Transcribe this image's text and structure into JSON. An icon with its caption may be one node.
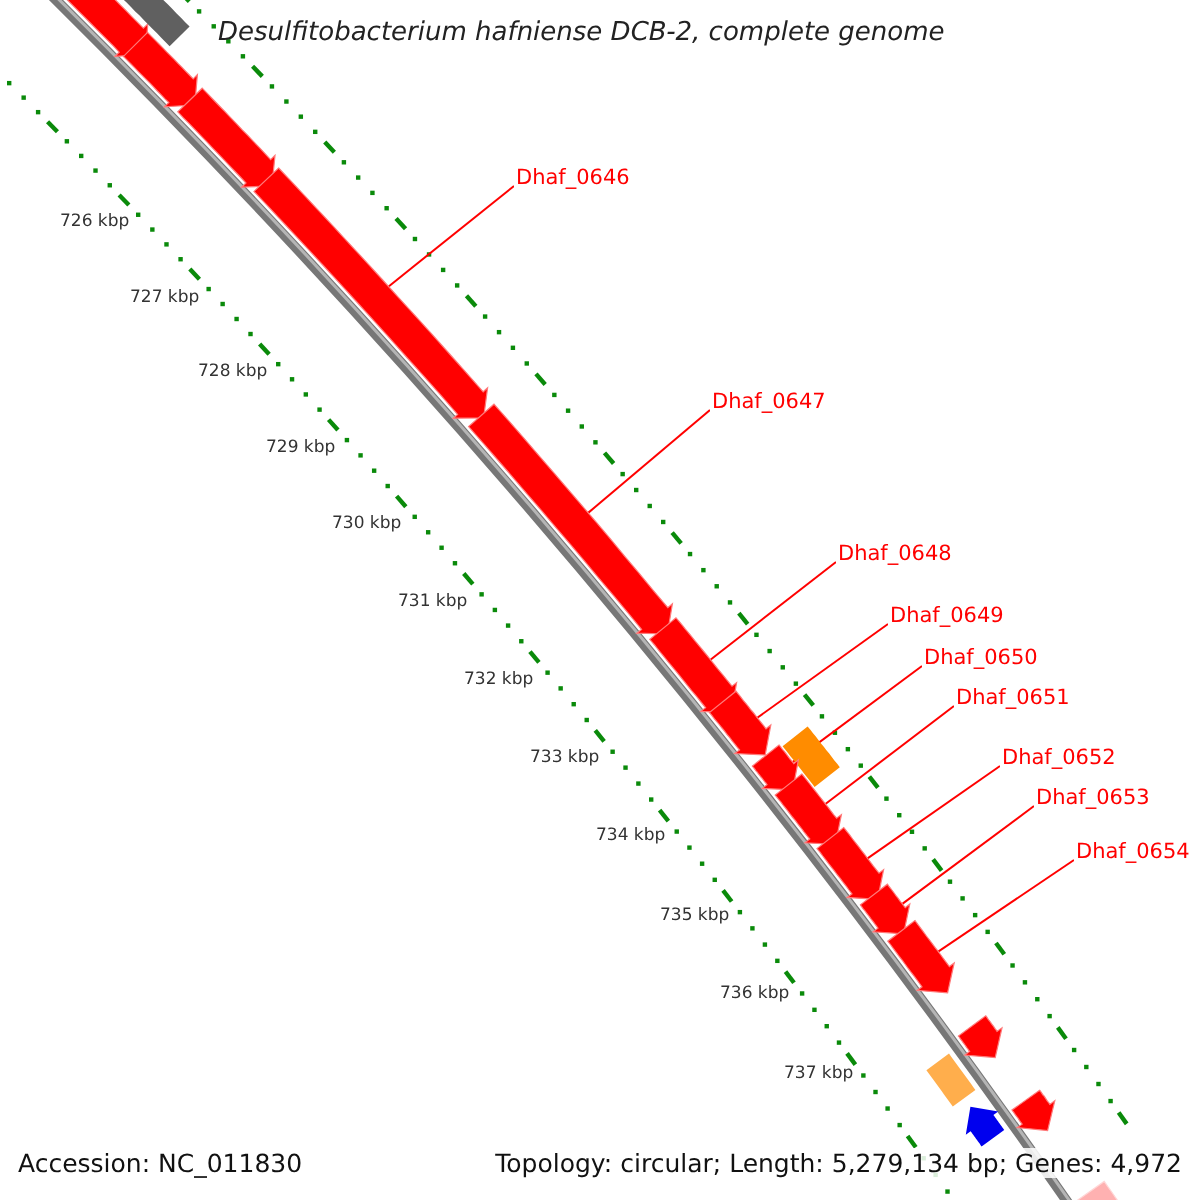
{
  "diagram": {
    "title": "Desulfitobacterium hafniense DCB-2, complete genome",
    "nodes": [
      {
        "text": [
          "Dhaf_0646"
        ]
      },
      {
        "text": [
          "Dhaf_0647"
        ]
      },
      {
        "text": [
          "Dhaf_0648"
        ]
      },
      {
        "text": [
          "Dhaf_0649"
        ]
      },
      {
        "text": [
          "Dhaf_0650"
        ]
      },
      {
        "text": [
          "Dhaf_0651"
        ]
      },
      {
        "text": [
          "Dhaf_0652"
        ]
      },
      {
        "text": [
          "Dhaf_0653"
        ]
      },
      {
        "text": [
          "Dhaf_0654"
        ]
      },
      {
        "text": [],
        "shape": "arrow"
      },
      {
        "text": [],
        "shape": "box"
      },
      {
        "text": [],
        "shape": "arrow"
      },
      {
        "text": [],
        "shape": "arrow"
      },
      {
        "text": [],
        "shape": "arrow"
      },
      {
        "text": [],
        "shape": "arrow"
      },
      {
        "text": [],
        "shape": "arrow"
      },
      {
        "text": [],
        "shape": "arrow"
      },
      {
        "text": [],
        "shape": "box"
      },
      {
        "text": [],
        "shape": "arrow"
      },
      {
        "text": [],
        "shape": "arrow"
      },
      {
        "text": [],
        "shape": "arrow"
      },
      {
        "text": [],
        "shape": "arrow"
      },
      {
        "text": [],
        "shape": "arrow"
      },
      {
        "text": [],
        "shape": "arrow"
      },
      {
        "text": [],
        "shape": "arrow"
      },
      {
        "text": [],
        "shape": "arrow"
      },
      {
        "text": [],
        "shape": "box"
      },
      {
        "text": [],
        "shape": "arrow"
      }
    ],
    "edges": [
      {
        "from": 0,
        "to": 13,
        "arrow": "none"
      },
      {
        "from": 1,
        "to": 14,
        "arrow": "none"
      },
      {
        "from": 2,
        "to": 15,
        "arrow": "none"
      },
      {
        "from": 3,
        "to": 16,
        "arrow": "none"
      },
      {
        "from": 4,
        "to": 18,
        "arrow": "none"
      },
      {
        "from": 5,
        "to": 19,
        "arrow": "none"
      },
      {
        "from": 6,
        "to": 20,
        "arrow": "none"
      },
      {
        "from": 7,
        "to": 21,
        "arrow": "none"
      },
      {
        "from": 8,
        "to": 22,
        "arrow": "none"
      }
    ],
    "labels": [
      "726 kbp",
      "727 kbp",
      "728 kbp",
      "729 kbp",
      "730 kbp",
      "731 kbp",
      "732 kbp",
      "733 kbp",
      "734 kbp",
      "735 kbp",
      "736 kbp",
      "737 kbp",
      "Accession: NC_011830",
      "Topology: circular; Length: 5,279,134 bp; Genes: 4,972"
    ]
  }
}
